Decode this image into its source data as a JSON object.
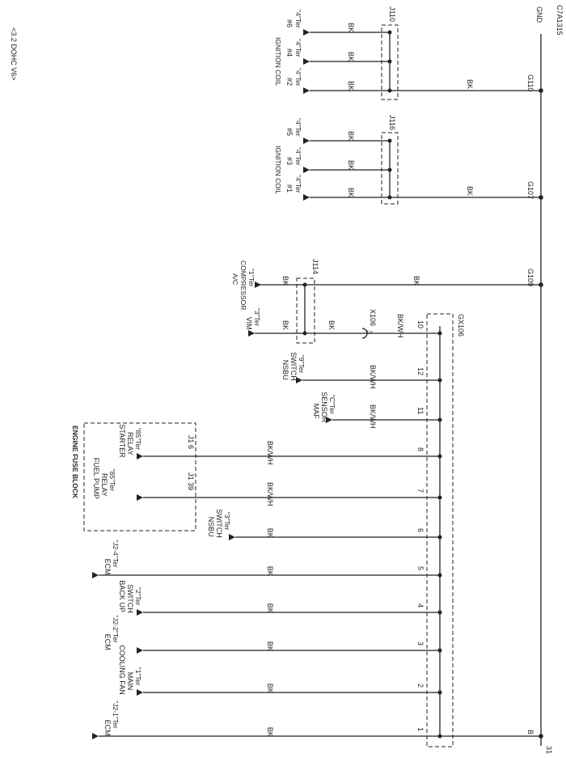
{
  "header": {
    "title": "<3.2 DOHC V6>",
    "code": "C7A1315"
  },
  "ground": {
    "label": "GND",
    "page_ref": "31",
    "nodes": [
      {
        "pin": "B"
      },
      {
        "pin": "G109"
      },
      {
        "pin": "G107"
      },
      {
        "pin": "G110"
      }
    ]
  },
  "splice_main": {
    "name": "GX106"
  },
  "splice_x106": {
    "connector": "X106",
    "pin": "3"
  },
  "engine_fuse_block": {
    "title": "ENGINE FUSE BLOCK"
  },
  "circuits": [
    {
      "pin": "1",
      "color": "BK",
      "lines": [
        "ECM",
        "\"J2-1\"Ter"
      ]
    },
    {
      "pin": "2",
      "color": "BK",
      "lines": [
        "COOLING FAN",
        "MAIN",
        "\"1\"Ter"
      ]
    },
    {
      "pin": "3",
      "color": "BK",
      "lines": [
        "ECM",
        "\"J2-2\"Ter"
      ]
    },
    {
      "pin": "4",
      "color": "BK",
      "lines": [
        "BACK UP",
        "SWITCH",
        "\"2\"Ter"
      ]
    },
    {
      "pin": "5",
      "color": "BK",
      "lines": [
        "ECM",
        "\"J2-4\"Ter"
      ]
    },
    {
      "pin": "6",
      "color": "BK",
      "lines": [
        "NSBU",
        "SWITCH",
        "\"3\"Ter"
      ]
    },
    {
      "pin": "7",
      "color": "BK/WH",
      "lines": [
        "FUEL PUMP",
        "RELAY",
        "\"85\"Ter"
      ],
      "ref": "J1 39"
    },
    {
      "pin": "8",
      "color": "BK/WH",
      "lines": [
        "STARTER",
        "RELAY",
        "\"85\"Ter"
      ],
      "ref": "J1 6"
    },
    {
      "pin": "11",
      "color": "BK/WH",
      "lines": [
        "MAF",
        "SENSOR",
        "\"C\"Ter"
      ]
    },
    {
      "pin": "12",
      "color": "BK/WH",
      "lines": [
        "NSBU",
        "SWITCH",
        "\"9\"Ter"
      ]
    },
    {
      "pin": "10",
      "color": "BK/WH",
      "lines": [
        "VIM",
        "\"3\"Ter"
      ],
      "color2": "BK"
    }
  ],
  "ac_compressor": {
    "lines": [
      "A/C",
      "COMPRESSOR",
      "\"1\"Ter"
    ],
    "color": "BK",
    "color2": "BK",
    "splice": "J114"
  },
  "coil_group_a": {
    "title": "IGNITION COIL",
    "splice": "J116",
    "out_color": "BK",
    "coils": [
      {
        "num": "#1",
        "ter": "\"4\"Ter",
        "color": "BK"
      },
      {
        "num": "#3",
        "ter": "\"4\"Ter",
        "color": "BK"
      },
      {
        "num": "#5",
        "ter": "\"4\"Ter",
        "color": "BK"
      }
    ]
  },
  "coil_group_b": {
    "title": "IGNITION COIL",
    "splice": "J110",
    "out_color": "BK",
    "coils": [
      {
        "num": "#2",
        "ter": "\"4\"Ter",
        "color": "BK"
      },
      {
        "num": "#4",
        "ter": "\"4\"Ter",
        "color": "BK"
      },
      {
        "num": "#6",
        "ter": "\"4\"Ter",
        "color": "BK"
      }
    ]
  }
}
